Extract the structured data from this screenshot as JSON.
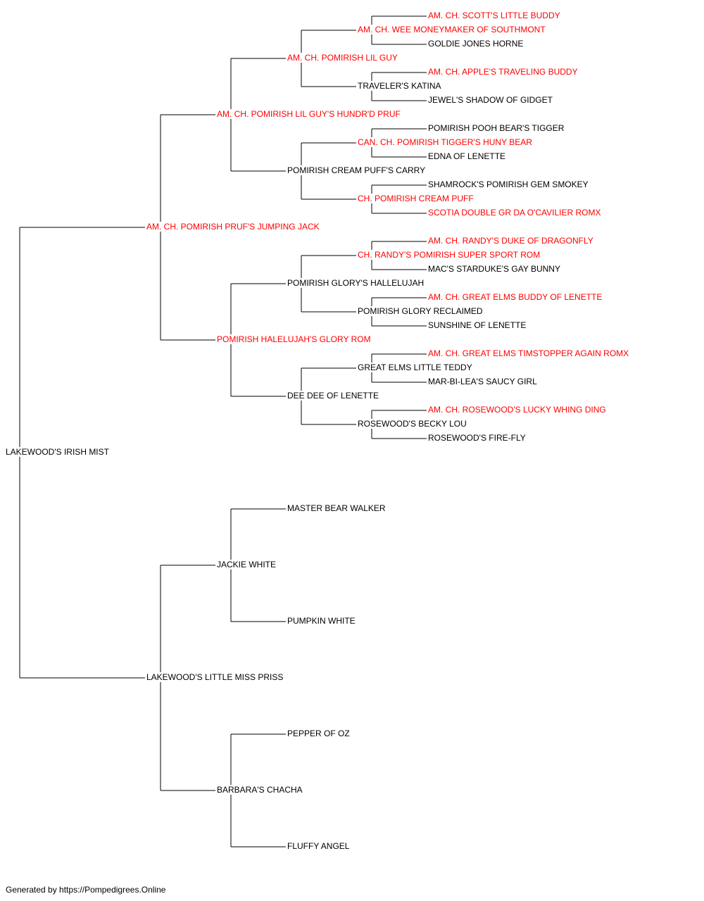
{
  "colors": {
    "champion": "#ff0000",
    "normal": "#000000",
    "line": "#000000"
  },
  "footer": "Generated by https://Pompedigrees.Online",
  "pedigree": {
    "name": "LAKEWOOD'S IRISH MIST",
    "champion": false,
    "sire": {
      "name": "AM. CH. POMIRISH PRUF'S JUMPING JACK",
      "champion": true,
      "sire": {
        "name": "AM. CH. POMIRISH LIL GUY'S HUNDR'D PRUF",
        "champion": true,
        "sire": {
          "name": "AM. CH. POMIRISH LIL GUY",
          "champion": true,
          "sire": {
            "name": "AM. CH. WEE MONEYMAKER OF SOUTHMONT",
            "champion": true,
            "sire": {
              "name": "AM. CH. SCOTT'S LITTLE BUDDY",
              "champion": true
            },
            "dam": {
              "name": "GOLDIE JONES HORNE",
              "champion": false
            }
          },
          "dam": {
            "name": "TRAVELER'S KATINA",
            "champion": false,
            "sire": {
              "name": "AM. CH. APPLE'S TRAVELING BUDDY",
              "champion": true
            },
            "dam": {
              "name": "JEWEL'S SHADOW OF GIDGET",
              "champion": false
            }
          }
        },
        "dam": {
          "name": "POMIRISH CREAM PUFF'S CARRY",
          "champion": false,
          "sire": {
            "name": "CAN. CH. POMIRISH TIGGER'S HUNY BEAR",
            "champion": true,
            "sire": {
              "name": "POMIRISH POOH BEAR'S TIGGER",
              "champion": false
            },
            "dam": {
              "name": "EDNA OF LENETTE",
              "champion": false
            }
          },
          "dam": {
            "name": "CH. POMIRISH CREAM PUFF",
            "champion": true,
            "sire": {
              "name": "SHAMROCK'S POMIRISH GEM SMOKEY",
              "champion": false
            },
            "dam": {
              "name": "SCOTIA DOUBLE GR DA O'CAVILIER ROMX",
              "champion": true
            }
          }
        }
      },
      "dam": {
        "name": "POMIRISH HALELUJAH'S GLORY ROM",
        "champion": true,
        "sire": {
          "name": "POMIRISH GLORY'S HALLELUJAH",
          "champion": false,
          "sire": {
            "name": "CH. RANDY'S POMIRISH SUPER SPORT ROM",
            "champion": true,
            "sire": {
              "name": "AM. CH. RANDY'S DUKE OF DRAGONFLY",
              "champion": true
            },
            "dam": {
              "name": "MAC'S STARDUKE'S GAY BUNNY",
              "champion": false
            }
          },
          "dam": {
            "name": "POMIRISH GLORY RECLAIMED",
            "champion": false,
            "sire": {
              "name": "AM. CH. GREAT ELMS BUDDY OF LENETTE",
              "champion": true
            },
            "dam": {
              "name": "SUNSHINE OF LENETTE",
              "champion": false
            }
          }
        },
        "dam": {
          "name": "DEE DEE OF LENETTE",
          "champion": false,
          "sire": {
            "name": "GREAT ELMS LITTLE TEDDY",
            "champion": false,
            "sire": {
              "name": "AM. CH. GREAT ELMS TIMSTOPPER AGAIN ROMX",
              "champion": true
            },
            "dam": {
              "name": "MAR-BI-LEA'S SAUCY GIRL",
              "champion": false
            }
          },
          "dam": {
            "name": "ROSEWOOD'S BECKY LOU",
            "champion": false,
            "sire": {
              "name": "AM. CH. ROSEWOOD'S LUCKY WHING DING",
              "champion": true
            },
            "dam": {
              "name": "ROSEWOOD'S FIRE-FLY",
              "champion": false
            }
          }
        }
      }
    },
    "dam": {
      "name": "LAKEWOOD'S LITTLE MISS PRISS",
      "champion": false,
      "sire": {
        "name": "JACKIE WHITE",
        "champion": false,
        "sire": {
          "name": "MASTER BEAR WALKER",
          "champion": false
        },
        "dam": {
          "name": "PUMPKIN WHITE",
          "champion": false
        }
      },
      "dam": {
        "name": "BARBARA'S CHACHA",
        "champion": false,
        "sire": {
          "name": "PEPPER OF OZ",
          "champion": false
        },
        "dam": {
          "name": "FLUFFY ANGEL",
          "champion": false
        }
      }
    }
  }
}
